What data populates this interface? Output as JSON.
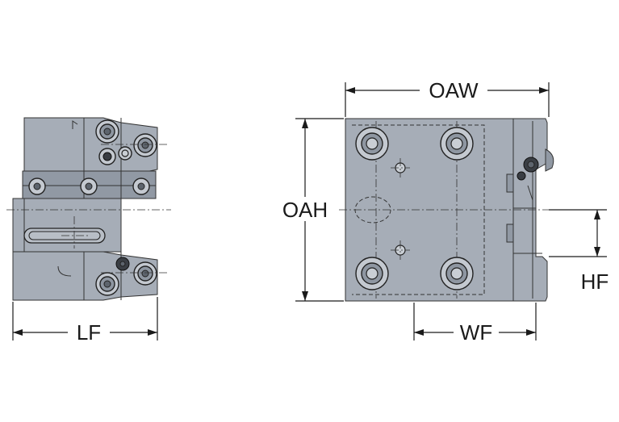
{
  "dimensions": {
    "lf": "LF",
    "oaw": "OAW",
    "oah": "OAH",
    "hf": "HF",
    "wf": "WF"
  },
  "colors": {
    "body": "#a6adb7",
    "line": "#1a1a1a"
  }
}
